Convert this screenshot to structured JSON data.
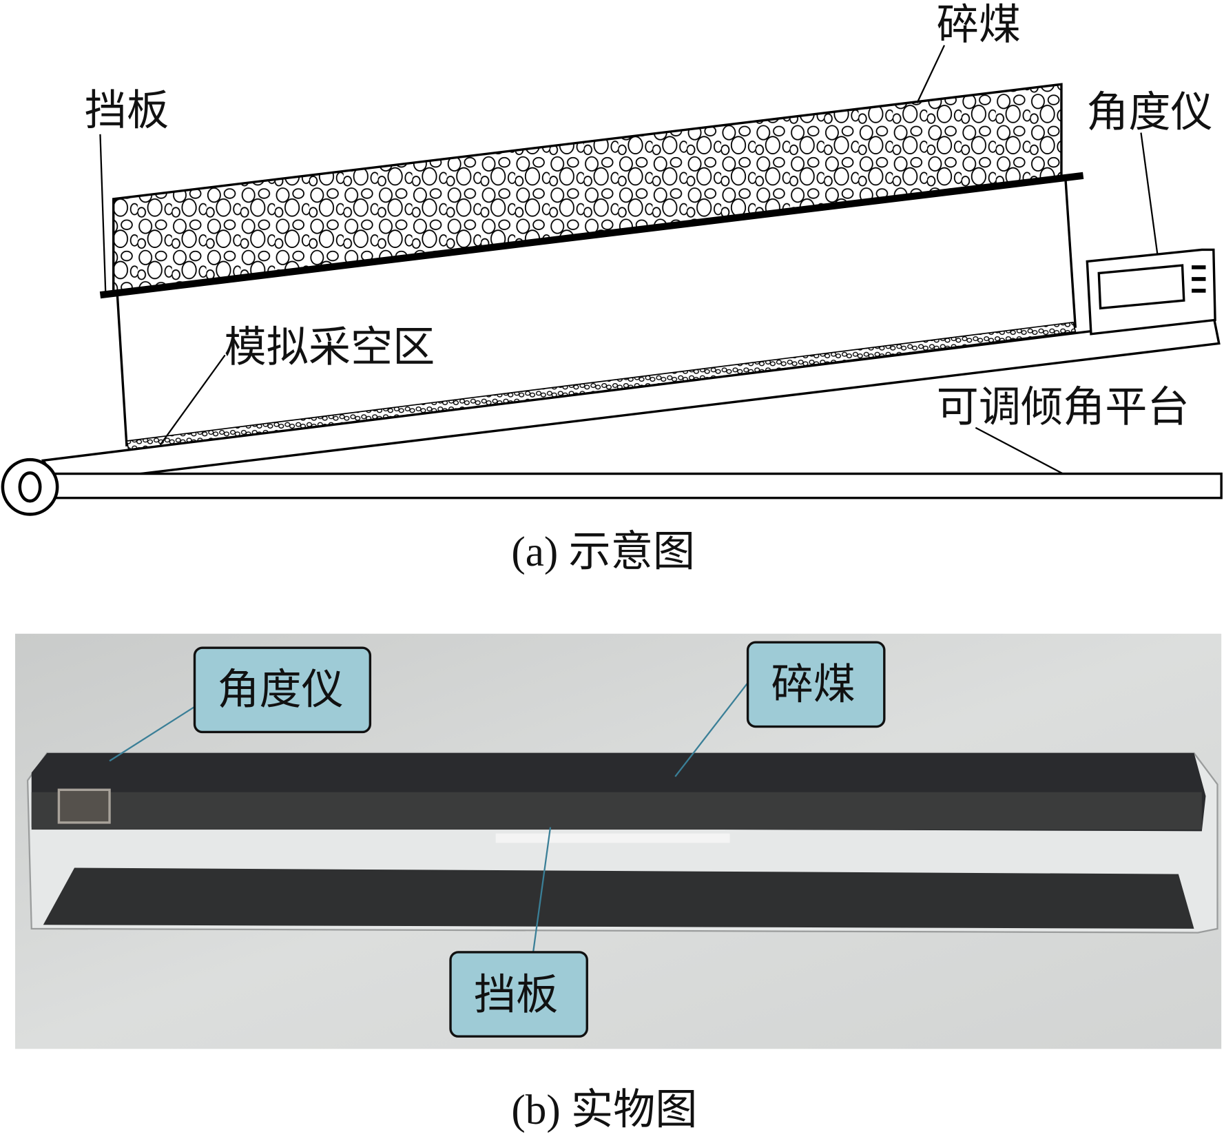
{
  "diagram": {
    "labels": {
      "baffle": "挡板",
      "crushed_coal": "碎煤",
      "angle_meter": "角度仪",
      "simulated_goaf": "模拟采空区",
      "tilt_platform": "可调倾角平台"
    },
    "caption": "(a) 示意图"
  },
  "photo": {
    "callouts": {
      "angle_meter": "角度仪",
      "crushed_coal": "碎煤",
      "baffle": "挡板"
    },
    "caption": "(b) 实物图",
    "callout_color": "#9ecbd6"
  }
}
